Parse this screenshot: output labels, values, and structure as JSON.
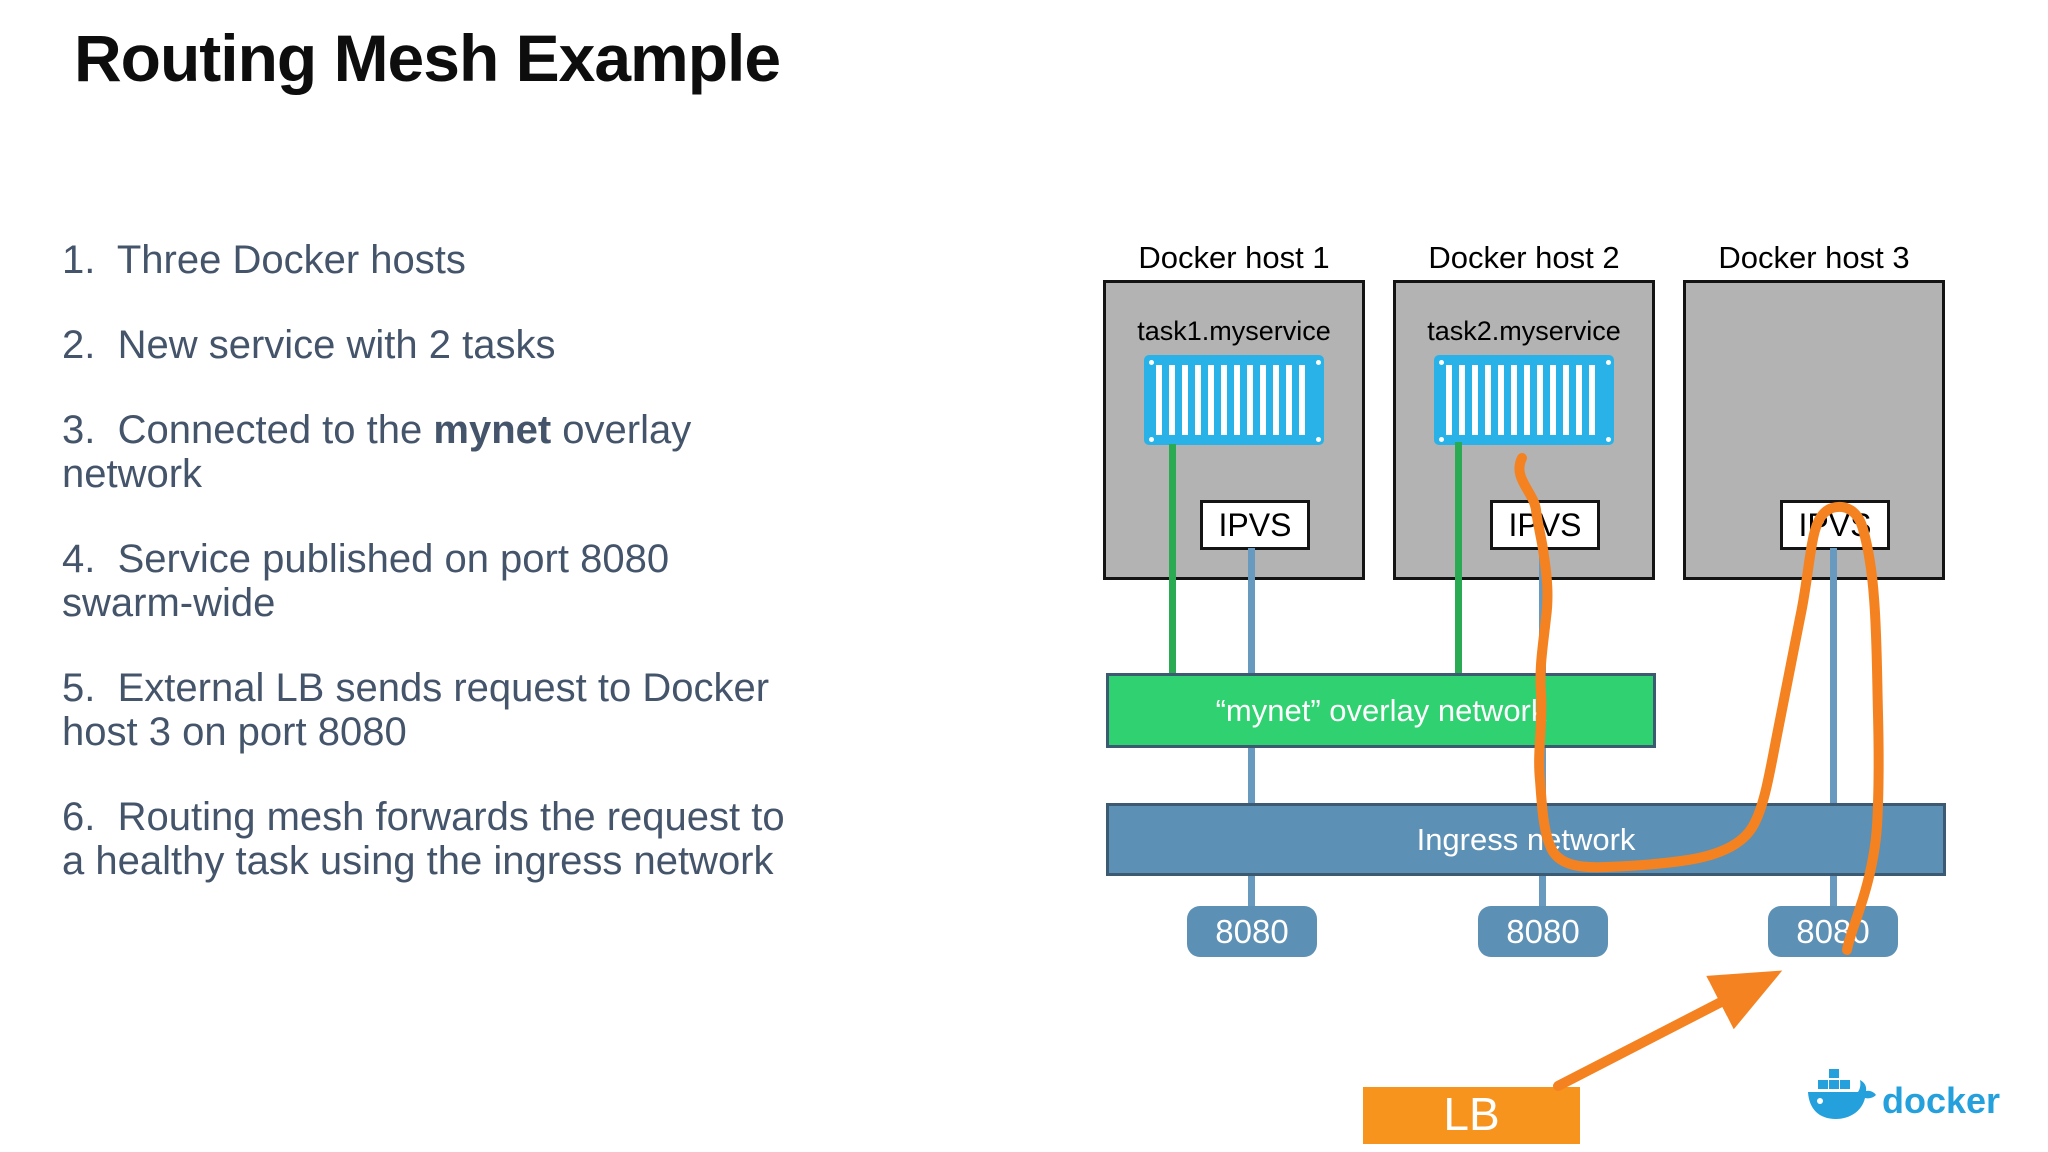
{
  "slide": {
    "title": "Routing Mesh Example"
  },
  "list": {
    "items": [
      {
        "pre": "1.  Three Docker hosts",
        "bold": "",
        "post": ""
      },
      {
        "pre": "2.  New service with 2 tasks",
        "bold": "",
        "post": ""
      },
      {
        "pre": "3.  Connected to the ",
        "bold": "mynet",
        "post": " overlay\nnetwork"
      },
      {
        "pre": "4.  Service published on port 8080\nswarm-wide",
        "bold": "",
        "post": ""
      },
      {
        "pre": "5.  External LB sends request to Docker\nhost 3 on port 8080",
        "bold": "",
        "post": ""
      },
      {
        "pre": "6.  Routing mesh forwards the request to\na healthy task using the ingress network",
        "bold": "",
        "post": ""
      }
    ]
  },
  "diagram": {
    "host_labels": [
      "Docker host 1",
      "Docker host 2",
      "Docker host 3"
    ],
    "task_labels": [
      "task1.myservice",
      "task2.myservice"
    ],
    "ipvs_label": "IPVS",
    "port_labels": [
      "8080",
      "8080",
      "8080"
    ],
    "mynet_label": "“mynet” overlay network",
    "ingress_label": "Ingress network",
    "lb_label": "LB",
    "docker_wordmark": "docker"
  },
  "colors": {
    "text": "#44546a",
    "host_gray": "#b3b3b3",
    "container_cyan": "#29b2e8",
    "line_green": "#2aaa52",
    "mynet_green": "#2fd170",
    "bar_border": "#3d5a73",
    "steel_blue": "#5d90b5",
    "line_blue": "#689ac0",
    "annotation_orange": "#f58220",
    "lb_orange": "#f7941e",
    "docker_blue": "#24a0dc"
  }
}
